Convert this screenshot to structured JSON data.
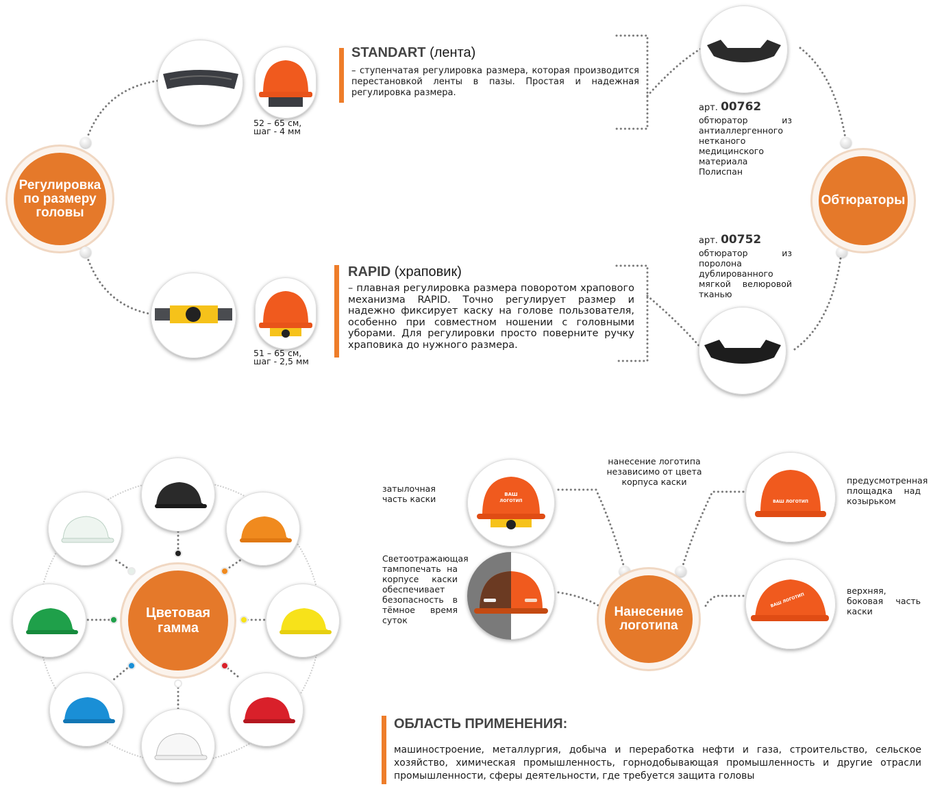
{
  "hubs": {
    "size_adjust": "Регулировка по размеру головы",
    "obturators": "Обтюраторы",
    "color_range": "Цветовая гамма",
    "logo_print": "Нанесение логотипа"
  },
  "standart": {
    "name": "STANDART",
    "kind": "(лента)",
    "description": "– ступенчатая регулировка размера, которая производится перестановкой ленты в пазы. Простая и надежная регулировка размера.",
    "size_line1": "52 –  65 см,",
    "size_line2": "шаг - 4 мм"
  },
  "rapid": {
    "name": "RAPID",
    "kind": "(храповик)",
    "description": "– плавная регулировка размера поворотом храпового механизма RAPID. Точно регулирует размер и надежно фиксирует каску на голове пользователя, особенно при совместном ношении с головными уборами. Для регулировки просто поверните ручку храповика до нужного размера.",
    "size_line1": "51 – 65 см,",
    "size_line2": "шаг - 2,5 мм"
  },
  "obturator_1": {
    "art_prefix": "арт.",
    "art_number": "00762",
    "description": "обтюратор из антиаллергенного нетканого медицинского материала Полиспан"
  },
  "obturator_2": {
    "art_prefix": "арт.",
    "art_number": "00752",
    "description": "обтюратор из поролона дублированного мягкой велюровой тканью"
  },
  "logo": {
    "back": "затылочная часть каски",
    "any_color": "нанесение логотипа независимо от цвета корпуса каски",
    "visor": "предусмотренная площадка над козырьком",
    "reflective": "Светоотражающая тампопечать на корпусе каски обеспечивает безопасность в тёмное время суток",
    "side": "верхняя, боковая часть каски",
    "badge_text": "ВАШ ЛОГОТИП"
  },
  "application": {
    "heading": "ОБЛАСТЬ ПРИМЕНЕНИЯ:",
    "text": "машиностроение, металлургия, добыча и переработка нефти и газа, строительство, сельское хозяйство, химическая промышленность, горнодобывающая промышленность и другие отрасли промышленности, сферы деятельности, где требуется защита головы"
  },
  "colors": {
    "accent": "#ee7d2a",
    "hub": "#e5792a",
    "helmets": [
      "#2a2a2a",
      "#f08a1e",
      "#f7e21a",
      "#d9202a",
      "#f2f2f2",
      "#1a8fd6",
      "#1fa04a",
      "#e6efe9"
    ]
  }
}
